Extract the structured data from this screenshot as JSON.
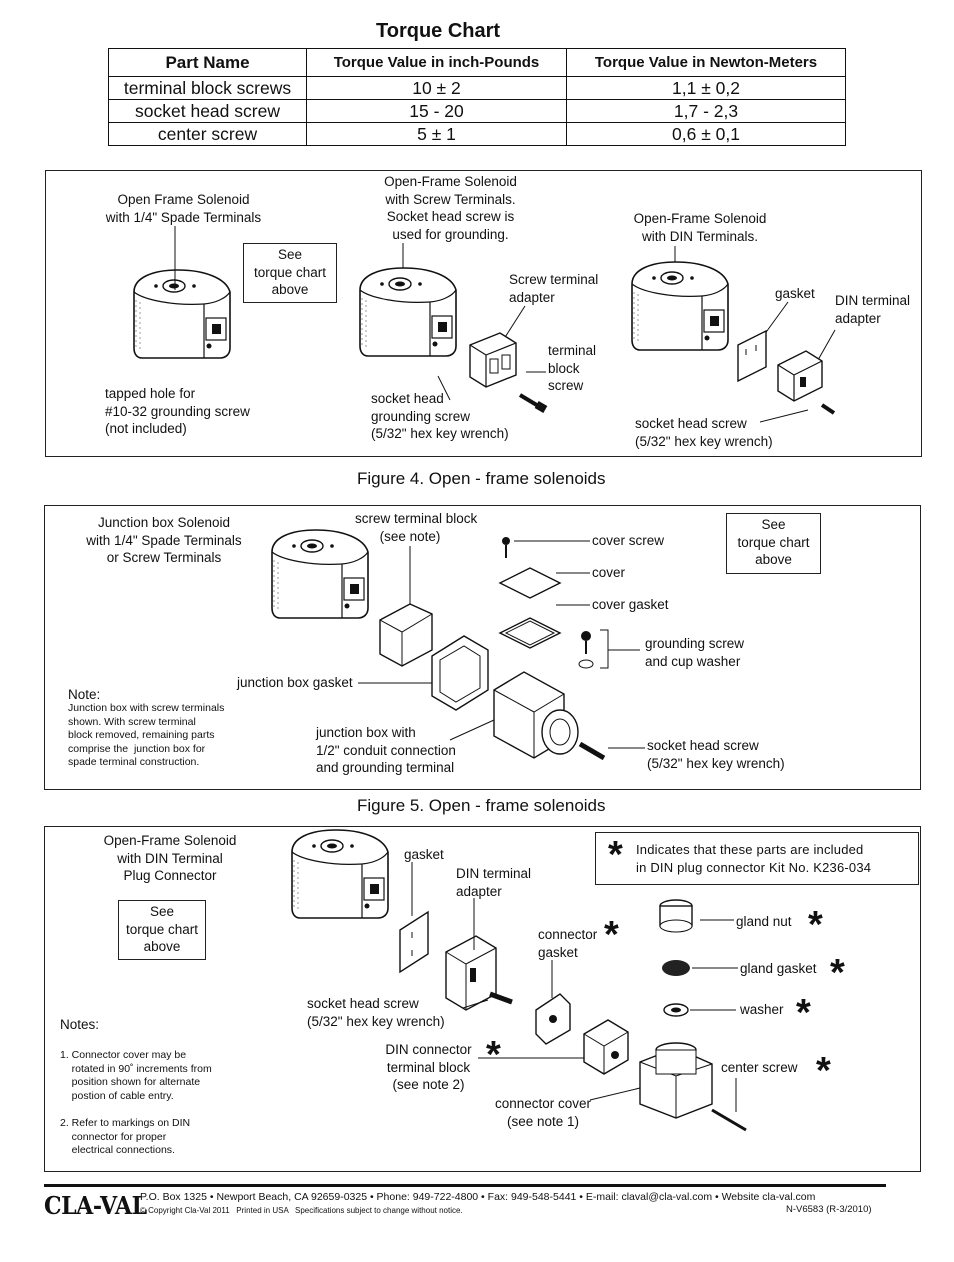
{
  "torque_chart": {
    "title": "Torque Chart",
    "headers": [
      "Part Name",
      "Torque Value in inch-Pounds",
      "Torque Value in Newton-Meters"
    ],
    "rows": [
      [
        "terminal block screws",
        "10 ± 2",
        "1,1 ± 0,2"
      ],
      [
        "socket head screw",
        "15 - 20",
        "1,7 - 2,3"
      ],
      [
        "center screw",
        "5 ± 1",
        "0,6 ± 0,1"
      ]
    ]
  },
  "fig4": {
    "caption": "Figure 4. Open - frame solenoids",
    "see_torque": "See\ntorque chart\nabove",
    "sol1_title": "Open Frame Solenoid\nwith 1/4\" Spade Terminals",
    "sol1_tapped": "tapped hole for\n#10-32 grounding screw\n(not included)",
    "sol2_title": "Open-Frame Solenoid\nwith Screw Terminals.\nSocket head screw is\nused for grounding.",
    "sol2_adapter": "Screw terminal\nadapter",
    "sol2_terminal_block": "terminal\nblock\nscrew",
    "sol2_socket_head": "socket head\ngrounding screw\n(5/32\" hex key wrench)",
    "sol3_title": "Open-Frame Solenoid\nwith DIN Terminals.",
    "sol3_gasket": "gasket",
    "sol3_adapter": "DIN terminal\nadapter",
    "sol3_socket_head": "socket head screw\n(5/32\" hex key wrench)"
  },
  "fig5": {
    "caption": "Figure 5. Open - frame solenoids",
    "see_torque": "See\ntorque chart\nabove",
    "title": "Junction box Solenoid\nwith 1/4\" Spade Terminals\nor Screw Terminals",
    "screw_terminal_block": "screw terminal block\n(see note)",
    "cover_screw": "cover screw",
    "cover": "cover",
    "cover_gasket": "cover gasket",
    "grounding_screw": "grounding screw\nand cup washer",
    "junction_gasket": "junction box gasket",
    "junction_box": "junction box with\n1/2\" conduit connection\nand grounding terminal",
    "socket_head": "socket head screw\n(5/32\" hex key wrench)",
    "note_title": "Note:",
    "note_text": "Junction box with screw terminals\nshown. With screw terminal\nblock removed, remaining parts\ncomprise the  junction box for\nspade terminal construction."
  },
  "fig6": {
    "see_torque": "See\ntorque chart\nabove",
    "title": "Open-Frame Solenoid\nwith DIN Terminal\nPlug Connector",
    "kit_star": "*",
    "kit_note": "Indicates that these parts are included\nin DIN plug connector Kit No. K236-034",
    "gasket": "gasket",
    "din_adapter": "DIN terminal\nadapter",
    "connector_gasket": "connector\ngasket",
    "socket_head": "socket head screw\n(5/32\" hex key wrench)",
    "din_connector": "DIN connector\nterminal block\n(see note 2)",
    "connector_cover": "connector cover\n(see note 1)",
    "gland_nut": "gland nut",
    "gland_gasket": "gland gasket",
    "washer": "washer",
    "center_screw": "center screw",
    "notes_title": "Notes:",
    "note1": "1. Connector cover may be\n    rotated in 90˚ increments from\n    position shown for alternate\n    postion of cable entry.",
    "note2": "2. Refer to markings on DIN\n    connector for proper\n    electrical connections."
  },
  "footer": {
    "logo": "CLA-VAL",
    "address": "P.O. Box 1325 • Newport Beach, CA 92659-0325 • Phone: 949-722-4800 • Fax: 949-548-5441 • E-mail: claval@cla-val.com • Website cla-val.com",
    "copyright": "© Copyright Cla-Val 2011   Printed in USA   Specifications subject to change without notice.",
    "doc_id": "N-V6583 (R-3/2010)"
  }
}
